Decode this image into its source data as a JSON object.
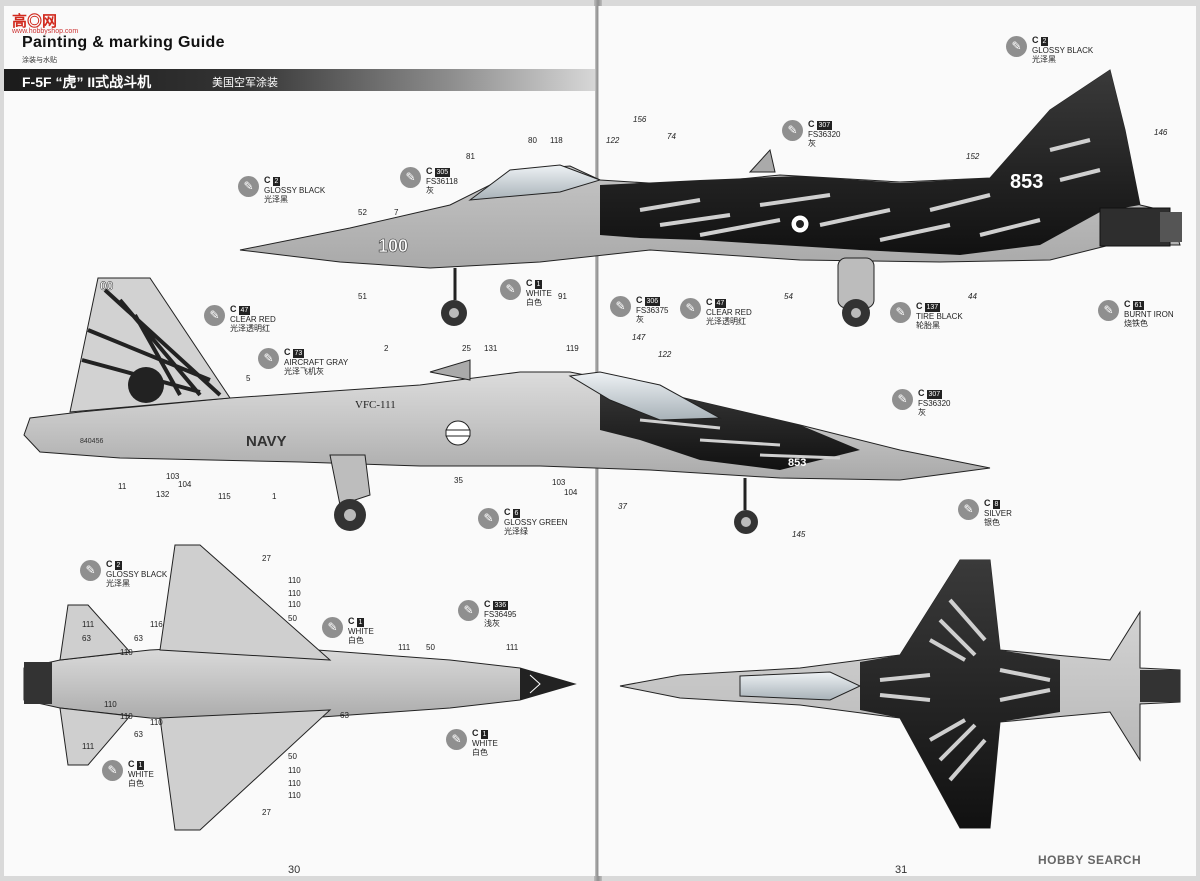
{
  "site": {
    "logo": "高◎网",
    "url": "www.hobbyshop.com"
  },
  "header": {
    "title": "Painting & marking Guide",
    "title_cn": "涂装与水贴",
    "banner_title": "F-5F “虎” II式战斗机",
    "banner_sub": "美国空军涂装"
  },
  "aircraft_markings": {
    "side_top_number": "100",
    "side_bottom_tail": "00",
    "side_bottom_squadron": "VFC-111",
    "side_bottom_navy": "NAVY",
    "side_bottom_serial": "840456",
    "tiger_tail_number": "853"
  },
  "callouts": [
    {
      "code": "C",
      "num": "2",
      "en": "GLOSSY BLACK",
      "cn": "光泽黑"
    },
    {
      "code": "C",
      "num": "305",
      "en": "FS36118",
      "cn": "灰"
    },
    {
      "code": "C",
      "num": "1",
      "en": "WHITE",
      "cn": "白色"
    },
    {
      "code": "C",
      "num": "2",
      "en": "GLOSSY BLACK",
      "cn": "光泽黑"
    },
    {
      "code": "C",
      "num": "307",
      "en": "FS36320",
      "cn": "灰"
    },
    {
      "code": "C",
      "num": "306",
      "en": "FS36375",
      "cn": "灰"
    },
    {
      "code": "C",
      "num": "47",
      "en": "CLEAR RED",
      "cn": "光泽透明红"
    },
    {
      "code": "C",
      "num": "137",
      "en": "TIRE BLACK",
      "cn": "轮胎黑"
    },
    {
      "code": "C",
      "num": "61",
      "en": "BURNT IRON",
      "cn": "烧铁色"
    },
    {
      "code": "C",
      "num": "47",
      "en": "CLEAR RED",
      "cn": "光泽透明红"
    },
    {
      "code": "C",
      "num": "73",
      "en": "AIRCRAFT GRAY",
      "cn": "光泽飞机灰"
    },
    {
      "code": "C",
      "num": "6",
      "en": "GLOSSY GREEN",
      "cn": "光泽绿"
    },
    {
      "code": "C",
      "num": "307",
      "en": "FS36320",
      "cn": "灰"
    },
    {
      "code": "C",
      "num": "8",
      "en": "SILVER",
      "cn": "银色"
    },
    {
      "code": "C",
      "num": "2",
      "en": "GLOSSY BLACK",
      "cn": "光泽黑"
    },
    {
      "code": "C",
      "num": "1",
      "en": "WHITE",
      "cn": "白色"
    },
    {
      "code": "C",
      "num": "336",
      "en": "FS36495",
      "cn": "浅灰"
    },
    {
      "code": "C",
      "num": "1",
      "en": "WHITE",
      "cn": "白色"
    },
    {
      "code": "C",
      "num": "1",
      "en": "WHITE",
      "cn": "白色"
    }
  ],
  "decal_numbers": {
    "top_side_left": [
      "52",
      "7",
      "81",
      "80",
      "118",
      "51",
      "91"
    ],
    "top_side_right": [
      "122",
      "156",
      "74",
      "152",
      "146",
      "54",
      "44"
    ],
    "bottom_side_left": [
      "5",
      "2",
      "25",
      "131",
      "119",
      "11",
      "132",
      "103",
      "104",
      "115",
      "1",
      "35",
      "103",
      "104"
    ],
    "bottom_side_right": [
      "147",
      "122",
      "37",
      "145"
    ],
    "underside": [
      "27",
      "110",
      "110",
      "110",
      "50",
      "111",
      "63",
      "116",
      "63",
      "110",
      "110",
      "110",
      "110",
      "63",
      "111",
      "111",
      "50",
      "111",
      "63",
      "50",
      "110",
      "110",
      "110",
      "27"
    ]
  },
  "page_numbers": {
    "left": "30",
    "right": "31"
  },
  "watermark": "HOBBY SEARCH"
}
